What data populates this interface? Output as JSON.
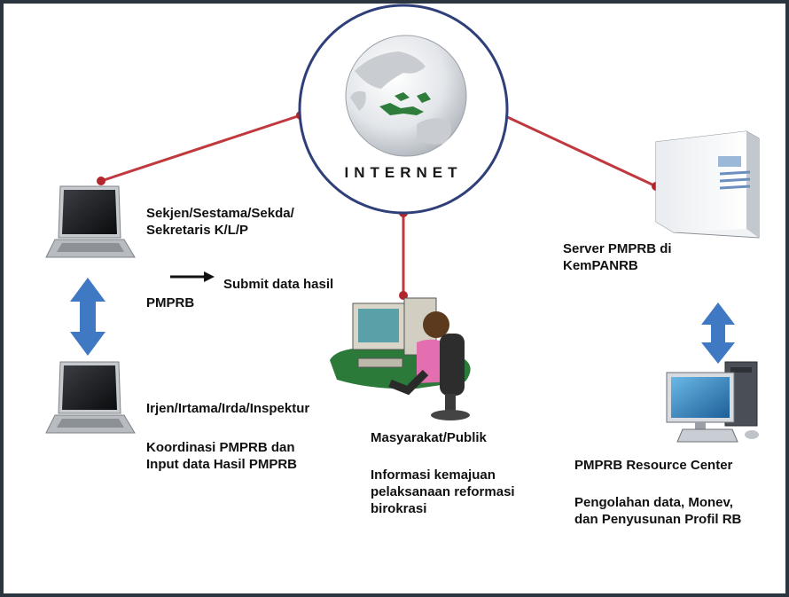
{
  "colors": {
    "frame": "#2b3540",
    "link": "#c0393f",
    "link_dot": "#b3262c",
    "circle": "#2f3f7a",
    "arrow": "#3f79c3"
  },
  "hub": {
    "label": "INTERNET",
    "icon": "globe-icon"
  },
  "nodes": {
    "top_left": {
      "icon": "laptop-icon",
      "title": "Sekjen/Sestama/Sekda/\nSekretaris K/L/P",
      "action_label": "Submit data hasil",
      "action_label_2": "PMPRB"
    },
    "bottom_left": {
      "icon": "laptop-icon",
      "title": "Irjen/Irtama/Irda/Inspektur",
      "description": "Koordinasi PMPRB dan\nInput data Hasil PMPRB"
    },
    "center": {
      "icon": "person-at-computer-icon",
      "title": "Masyarakat/Publik",
      "description": "Informasi kemajuan\npelaksanaan reformasi\nbirokrasi"
    },
    "top_right": {
      "icon": "server-icon",
      "title": "Server PMPRB di\nKemPANRB"
    },
    "bottom_right": {
      "icon": "desktop-computer-icon",
      "title": "PMPRB Resource Center",
      "description": "Pengolahan data, Monev,\ndan Penyusunan Profil RB"
    }
  }
}
